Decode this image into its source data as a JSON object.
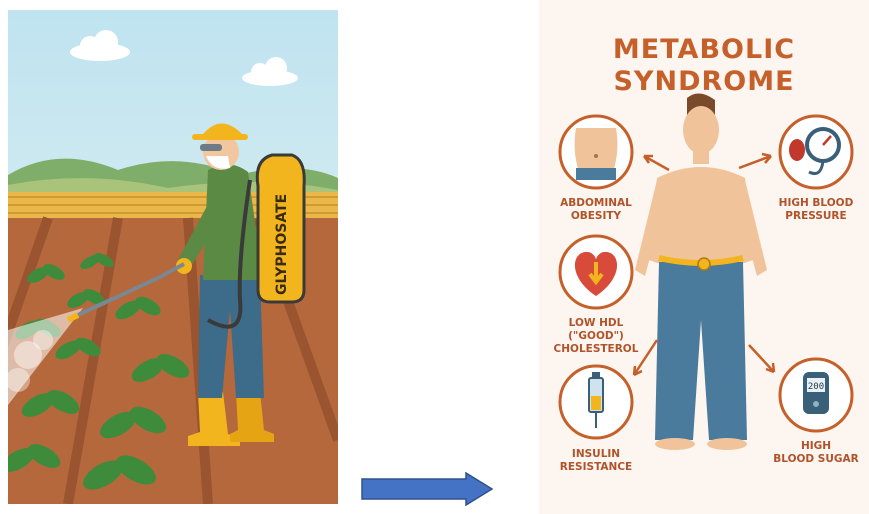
{
  "left_illustration": {
    "tank_label": "GLYPHOSATE",
    "icons": [
      "farmer-icon",
      "sprayer-icon",
      "crop-field-icon"
    ]
  },
  "arrow": {
    "icon": "right-arrow-icon",
    "color": "#4472c4"
  },
  "infographic": {
    "title_line1": "METABOLIC",
    "title_line2": "SYNDROME",
    "accent_color": "#c5602a",
    "conditions": [
      {
        "lines": [
          "ABDOMINAL",
          "OBESITY"
        ],
        "icon": "belly-icon"
      },
      {
        "lines": [
          "HIGH BLOOD",
          "PRESSURE"
        ],
        "icon": "blood-pressure-gauge-icon"
      },
      {
        "lines": [
          "LOW HDL",
          "(\"GOOD\")",
          "CHOLESTEROL"
        ],
        "icon": "heart-down-arrow-icon"
      },
      {
        "lines": [
          "INSULIN",
          "RESISTANCE"
        ],
        "icon": "syringe-icon"
      },
      {
        "lines": [
          "HIGH",
          "BLOOD SUGAR"
        ],
        "icon": "glucose-meter-icon",
        "meter_reading": "200"
      }
    ]
  }
}
